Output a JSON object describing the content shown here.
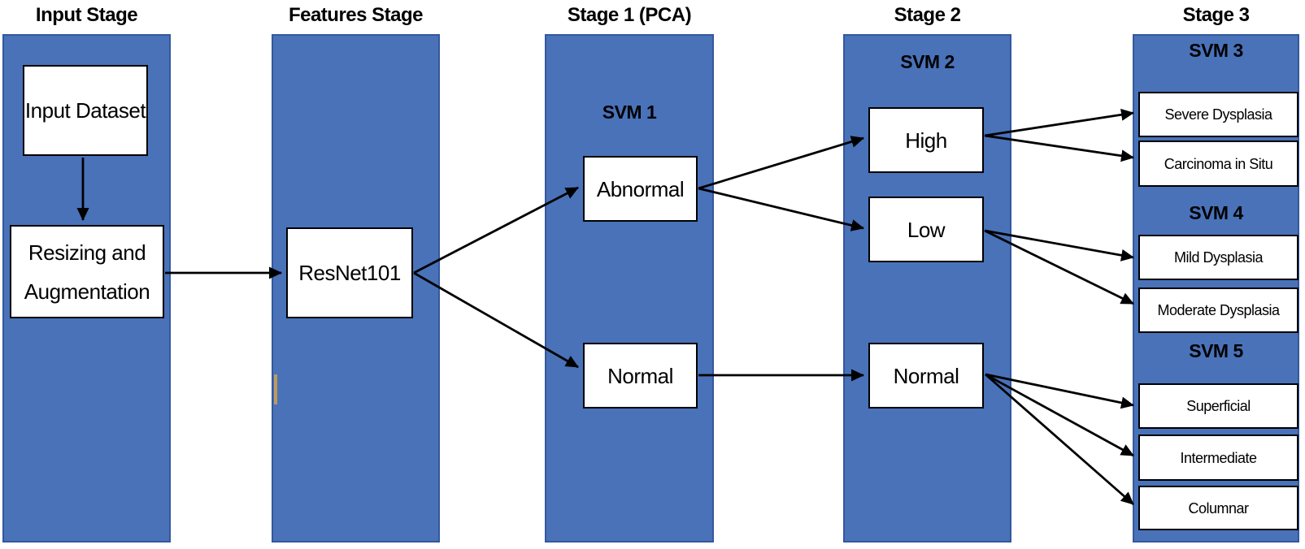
{
  "stages": [
    {
      "header": "Input Stage",
      "boxes": [
        {
          "label": "Input Dataset"
        },
        {
          "label": "Resizing and Augmentation"
        }
      ]
    },
    {
      "header": "Features Stage",
      "boxes": [
        {
          "label": "ResNet101"
        }
      ]
    },
    {
      "header": "Stage 1 (PCA)",
      "svm": "SVM 1",
      "boxes": [
        {
          "label": "Abnormal"
        },
        {
          "label": "Normal"
        }
      ]
    },
    {
      "header": "Stage 2",
      "svm": "SVM 2",
      "boxes": [
        {
          "label": "High"
        },
        {
          "label": "Low"
        },
        {
          "label": "Normal"
        }
      ]
    },
    {
      "header": "Stage 3",
      "groups": [
        {
          "svm": "SVM 3",
          "boxes": [
            {
              "label": "Severe Dysplasia"
            },
            {
              "label": "Carcinoma in Situ"
            }
          ]
        },
        {
          "svm": "SVM 4",
          "boxes": [
            {
              "label": "Mild Dysplasia"
            },
            {
              "label": "Moderate Dysplasia"
            }
          ]
        },
        {
          "svm": "SVM 5",
          "boxes": [
            {
              "label": "Superficial"
            },
            {
              "label": "Intermediate"
            },
            {
              "label": "Columnar"
            }
          ]
        }
      ]
    }
  ],
  "edges": [
    {
      "from": "Input Dataset",
      "to": "Resizing and Augmentation"
    },
    {
      "from": "Resizing and Augmentation",
      "to": "ResNet101"
    },
    {
      "from": "ResNet101",
      "to": "Abnormal"
    },
    {
      "from": "ResNet101",
      "to": "Normal (Stage 1)"
    },
    {
      "from": "Abnormal",
      "to": "High"
    },
    {
      "from": "Abnormal",
      "to": "Low"
    },
    {
      "from": "Normal (Stage 1)",
      "to": "Normal (Stage 2)"
    },
    {
      "from": "High",
      "to": "Severe Dysplasia"
    },
    {
      "from": "High",
      "to": "Carcinoma in Situ"
    },
    {
      "from": "Low",
      "to": "Mild Dysplasia"
    },
    {
      "from": "Low",
      "to": "Moderate Dysplasia"
    },
    {
      "from": "Normal (Stage 2)",
      "to": "Superficial"
    },
    {
      "from": "Normal (Stage 2)",
      "to": "Intermediate"
    },
    {
      "from": "Normal (Stage 2)",
      "to": "Columnar"
    }
  ],
  "colors": {
    "column-fill": "#4972B9",
    "column-border": "#34589E",
    "box-fill": "#FFFFFF",
    "box-border": "#000000",
    "arrow": "#000000",
    "text": "#000000",
    "highlight-tick": "#BD9B5E",
    "background": "#FFFFFF"
  }
}
